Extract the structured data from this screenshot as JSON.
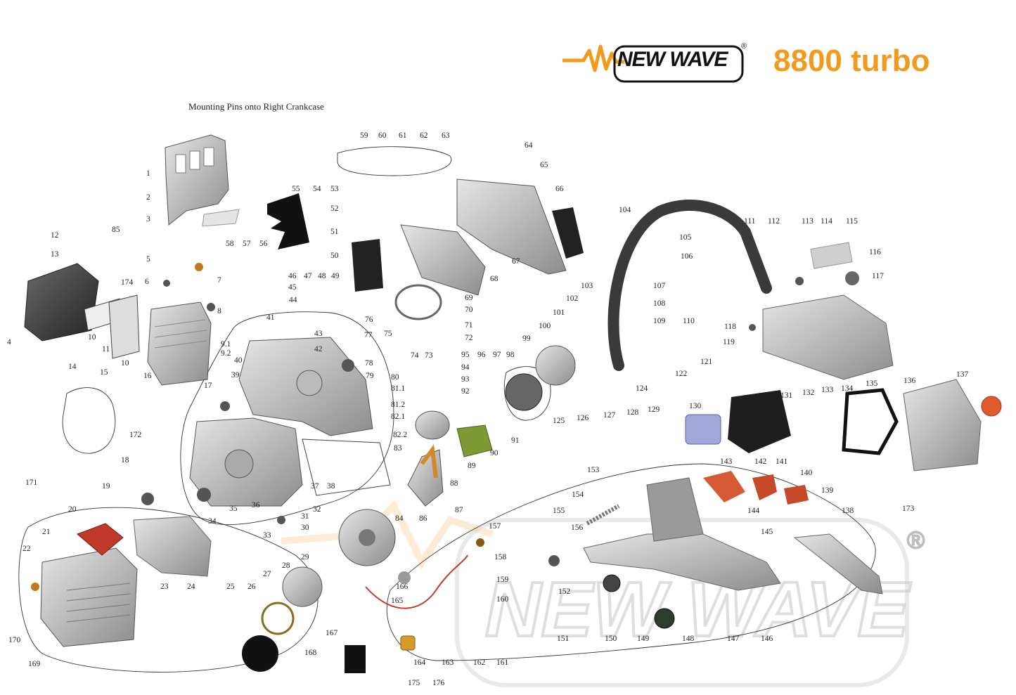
{
  "header": {
    "brand_name": "NEW WAVE",
    "registered_mark": "®",
    "model": "8800 turbo",
    "accent_color": "#F29A1B"
  },
  "annotations": {
    "mounting_pins": "Mounting Pins onto Right Crankcase"
  },
  "watermark": {
    "text": "NEW WAVE",
    "registered_mark": "®"
  },
  "part_numbers": [
    "1",
    "2",
    "3",
    "4",
    "5",
    "6",
    "7",
    "8",
    "9.1",
    "9.2",
    "10",
    "10",
    "11",
    "12",
    "13",
    "14",
    "15",
    "16",
    "17",
    "18",
    "19",
    "20",
    "21",
    "22",
    "23",
    "24",
    "25",
    "26",
    "27",
    "28",
    "29",
    "30",
    "31",
    "32",
    "33",
    "34",
    "35",
    "36",
    "37",
    "38",
    "39",
    "40",
    "41",
    "42",
    "43",
    "44",
    "45",
    "46",
    "47",
    "48",
    "49",
    "50",
    "51",
    "52",
    "53",
    "54",
    "55",
    "56",
    "57",
    "58",
    "59",
    "60",
    "61",
    "62",
    "63",
    "64",
    "65",
    "66",
    "67",
    "68",
    "69",
    "70",
    "71",
    "72",
    "73",
    "74",
    "75",
    "76",
    "77",
    "78",
    "79",
    "80",
    "81.1",
    "81.2",
    "82.1",
    "82.2",
    "83",
    "84",
    "85",
    "86",
    "87",
    "88",
    "89",
    "90",
    "91",
    "92",
    "93",
    "94",
    "95",
    "96",
    "97",
    "98",
    "99",
    "100",
    "101",
    "102",
    "103",
    "104",
    "105",
    "106",
    "107",
    "108",
    "109",
    "110",
    "111",
    "112",
    "113",
    "114",
    "115",
    "116",
    "117",
    "118",
    "119",
    "121",
    "122",
    "124",
    "125",
    "126",
    "127",
    "128",
    "129",
    "130",
    "131",
    "132",
    "133",
    "134",
    "135",
    "136",
    "137",
    "138",
    "139",
    "140",
    "141",
    "142",
    "143",
    "144",
    "145",
    "146",
    "147",
    "148",
    "149",
    "150",
    "151",
    "152",
    "153",
    "154",
    "155",
    "156",
    "157",
    "158",
    "159",
    "160",
    "161",
    "162",
    "163",
    "164",
    "165",
    "166",
    "167",
    "168",
    "169",
    "170",
    "171",
    "172",
    "173",
    "174",
    "175",
    "176"
  ],
  "icons": [
    "flame-wave-logo-icon"
  ]
}
